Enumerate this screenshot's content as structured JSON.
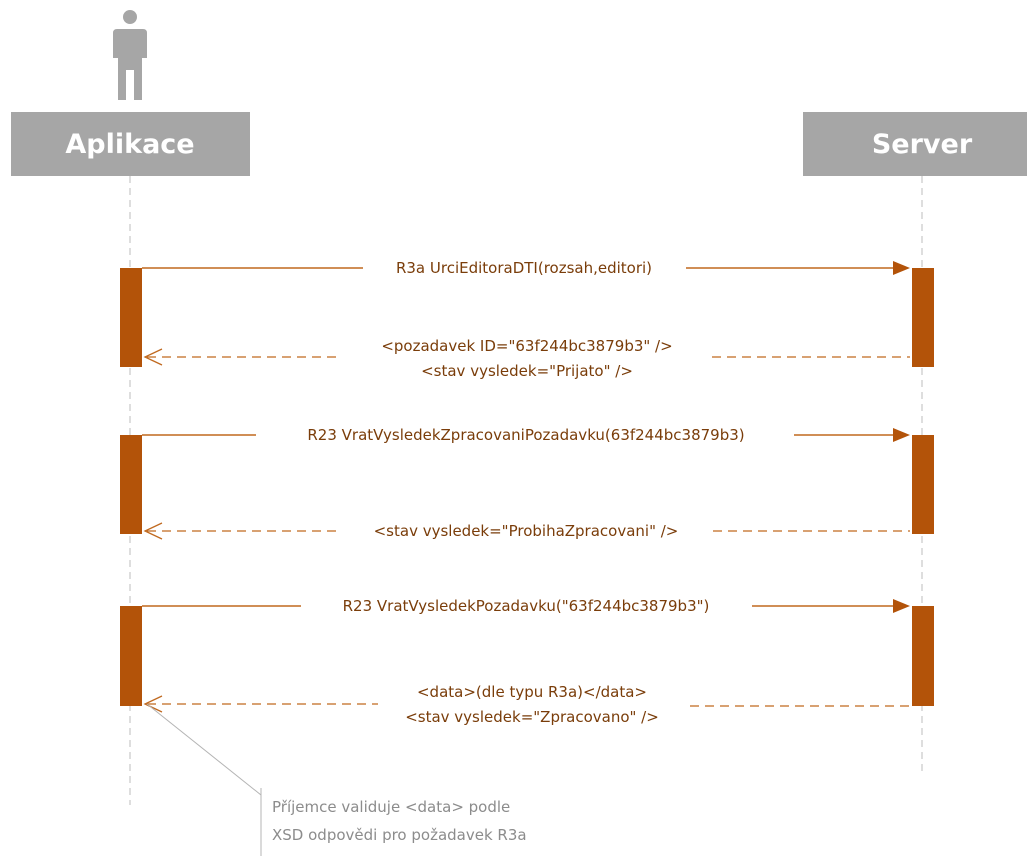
{
  "actors": {
    "client": {
      "label": "Aplikace"
    },
    "server": {
      "label": "Server"
    }
  },
  "messages": [
    {
      "text": "R3a UrciEditoraDTI(rozsah,editori)"
    },
    {
      "line1": "<pozadavek ID=\"63f244bc3879b3\" />",
      "line2": "<stav vysledek=\"Prijato\" />"
    },
    {
      "text": "R23 VratVysledekZpracovaniPozadavku(63f244bc3879b3)"
    },
    {
      "text": "<stav vysledek=\"ProbihaZpracovani\" />"
    },
    {
      "text": "R23 VratVysledekPozadavku(\"63f244bc3879b3\")"
    },
    {
      "line1": "<data>(dle typu R3a)</data>",
      "line2": "<stav vysledek=\"Zpracovano\" />"
    }
  ],
  "note": {
    "line1": "Příjemce validuje <data> podle",
    "line2": "XSD odpovědi pro požadavek R3a"
  },
  "colors": {
    "header": "#a6a6a6",
    "actor_icon": "#a6a6a6",
    "activation": "#b35309",
    "message": "#c0691f",
    "message_text": "#7a3d0a",
    "lifeline": "#c8c8c8",
    "note": "#8c8c8c"
  }
}
